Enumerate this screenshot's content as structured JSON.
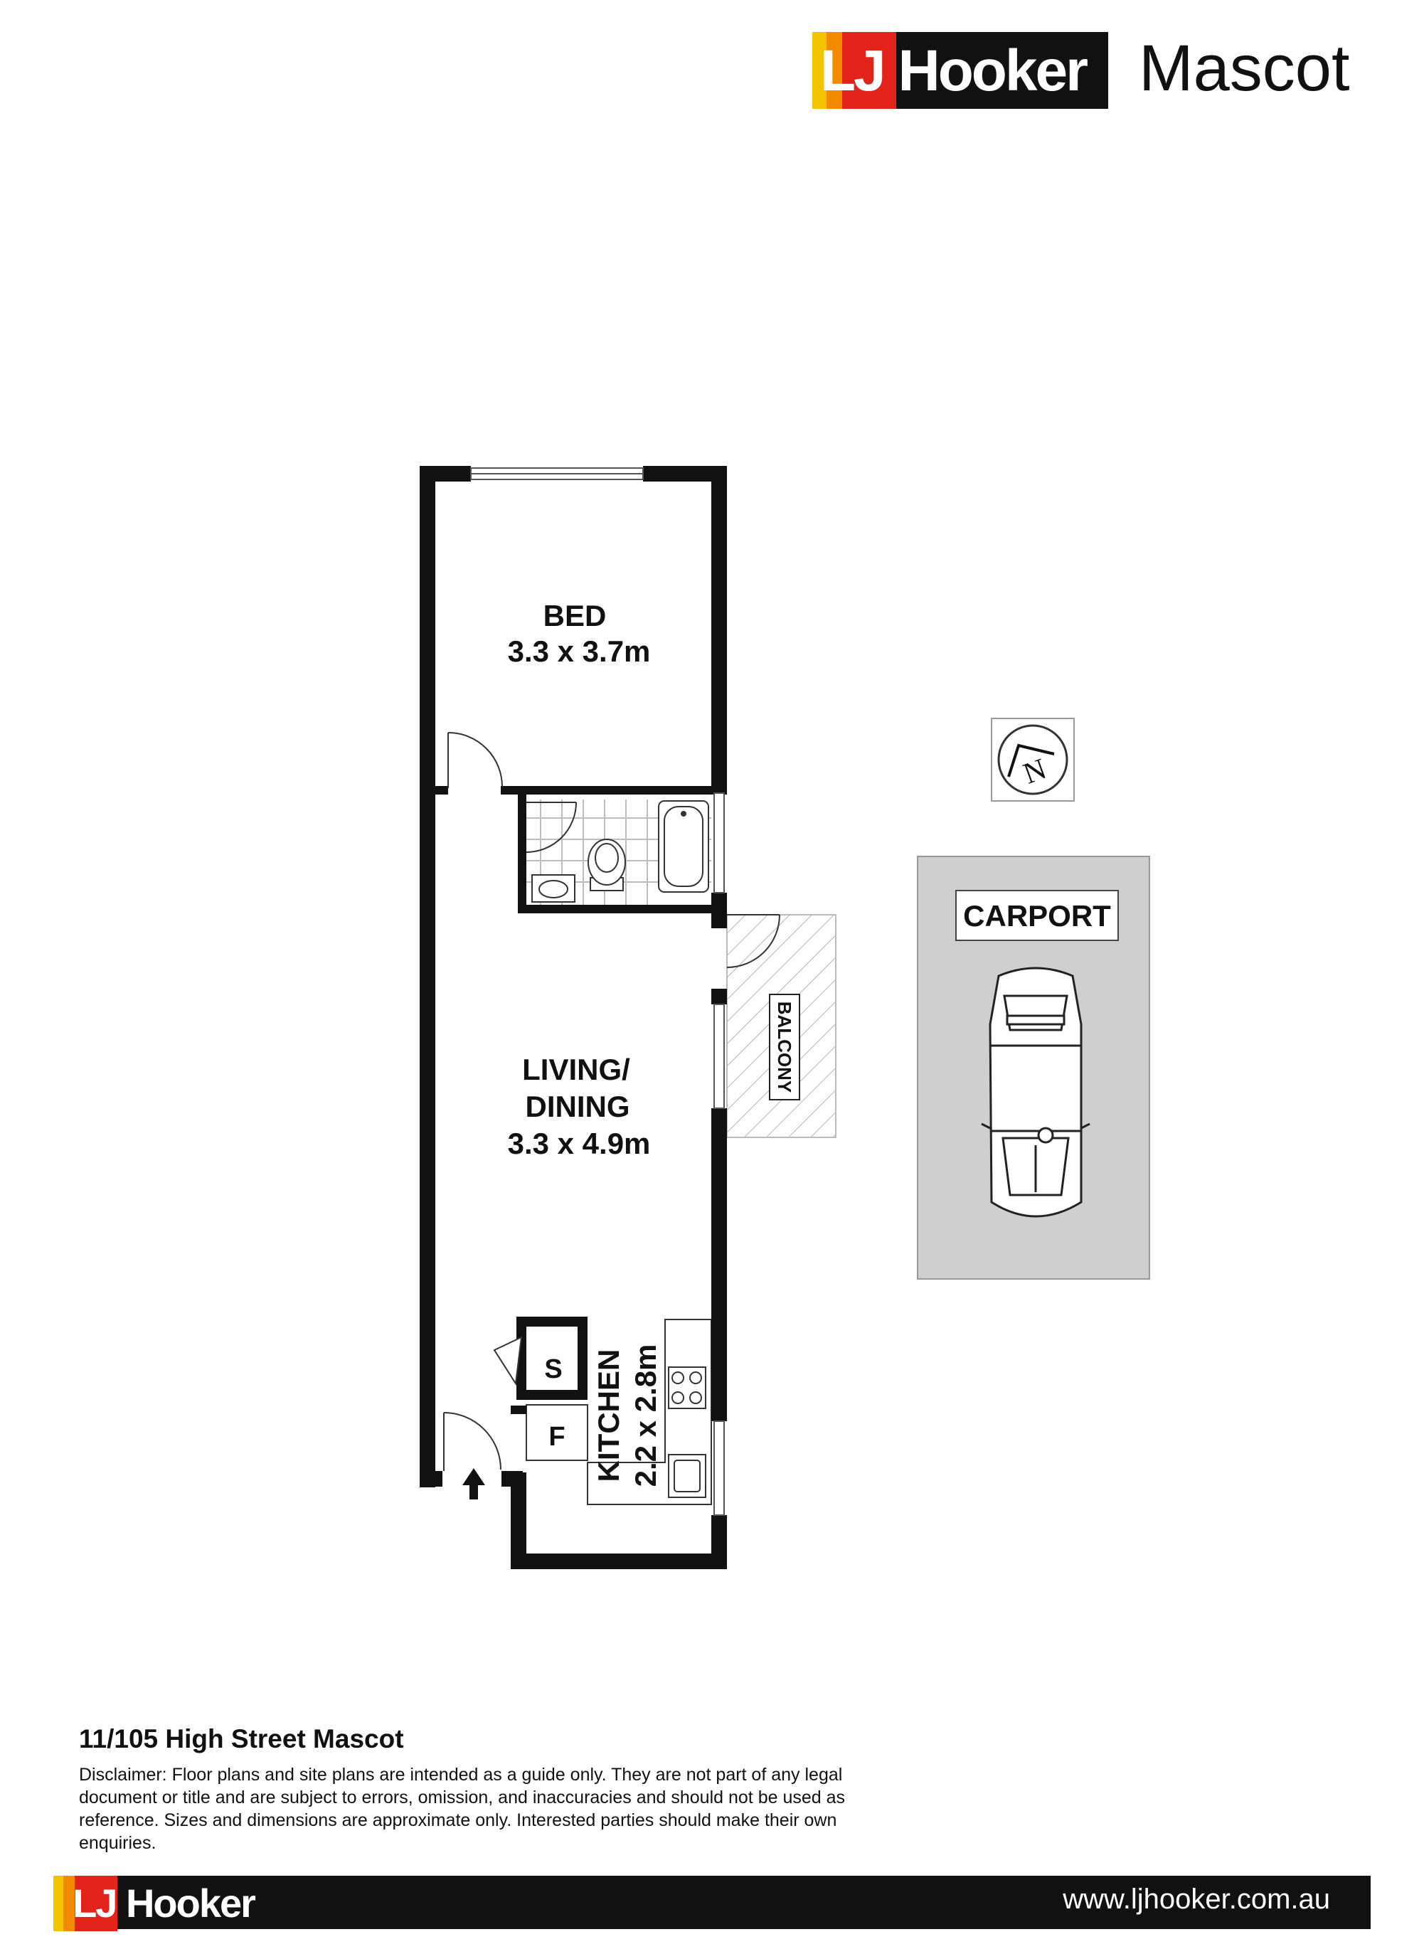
{
  "header": {
    "logo_text": "LJ Hooker",
    "office": "Mascot"
  },
  "plan": {
    "rooms": {
      "bed_name": "BED",
      "bed_size": "3.3 x 3.7m",
      "living_name_1": "LIVING/",
      "living_name_2": "DINING",
      "living_size": "3.3 x 4.9m",
      "kitchen_name": "KITCHEN",
      "kitchen_size": "2.2 x 2.8m",
      "balcony": "BALCONY",
      "carport": "CARPORT",
      "storage": "S",
      "fridge": "F"
    },
    "compass_letter": "N"
  },
  "footer": {
    "address": "11/105 High Street Mascot",
    "disclaimer": "Disclaimer: Floor plans and site plans are intended as a guide only. They are not part of any legal document or title and are subject to errors, omission, and inaccuracies and should not be used as reference. Sizes and dimensions are approximate only. Interested parties should make their own enquiries.",
    "logo_text": "LJ Hooker",
    "url": "www.ljhooker.com.au"
  },
  "colors": {
    "brand_yellow": "#f5c400",
    "brand_orange": "#f28a00",
    "brand_red": "#e2231a",
    "brand_black": "#111111",
    "carport_fill": "#cfcfcf"
  }
}
